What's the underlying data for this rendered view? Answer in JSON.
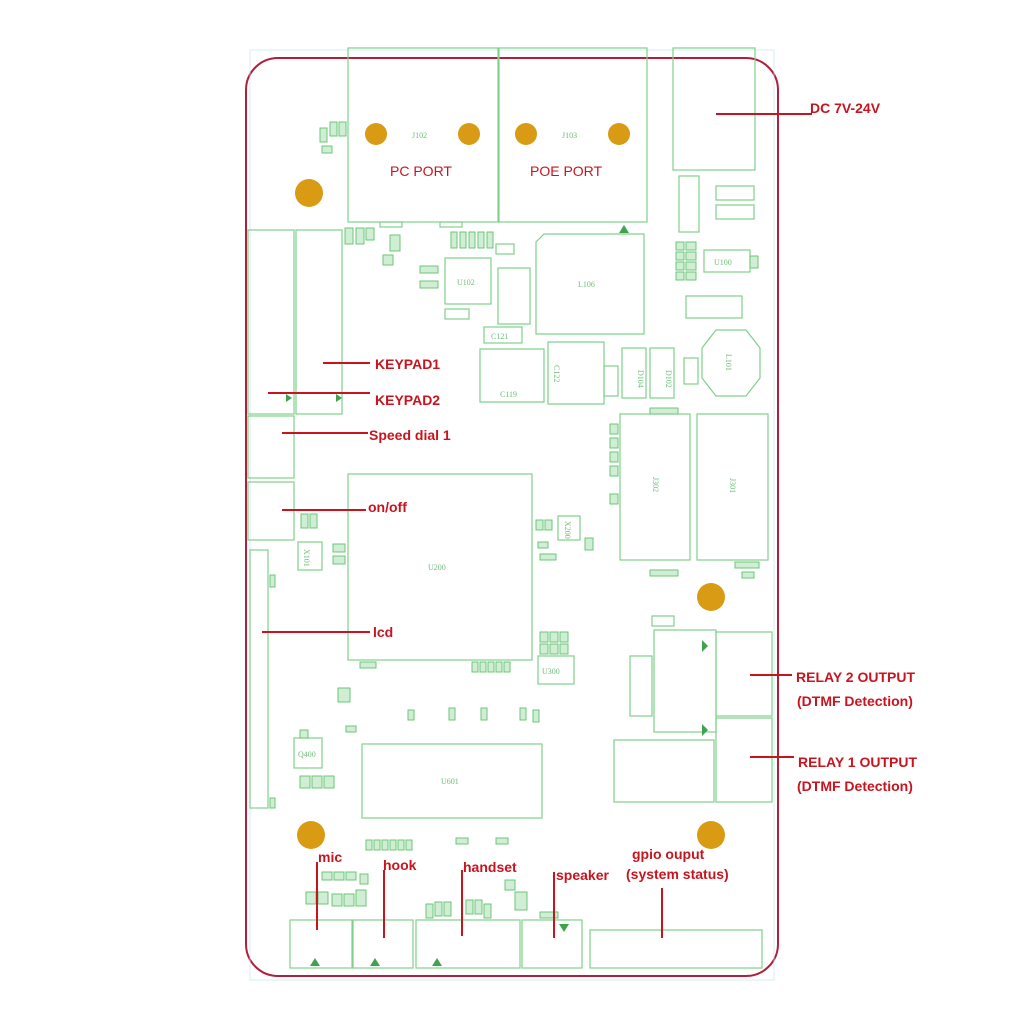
{
  "ports": {
    "pc_port": "PC PORT",
    "poe_port": "POE  PORT"
  },
  "labels": {
    "dc": "DC 7V-24V",
    "keypad1": "KEYPAD1",
    "keypad2": "KEYPAD2",
    "speed_dial": "Speed dial 1",
    "onoff": "on/off",
    "lcd": "lcd",
    "relay2_line1": "RELAY 2 OUTPUT",
    "relay2_line2": "(DTMF Detection)",
    "relay1_line1": "RELAY 1 OUTPUT",
    "relay1_line2": "(DTMF Detection)",
    "mic": "mic",
    "hook": "hook",
    "handset": "handset",
    "speaker": "speaker",
    "gpio_line1": "gpio  ouput",
    "gpio_line2": "(system status)"
  },
  "refs": {
    "j102": "J102",
    "j103": "J103",
    "u200": "U200",
    "l106": "L106",
    "u102": "U102",
    "c121": "C121",
    "c119": "C119",
    "c122": "C122",
    "q400": "Q400",
    "u601": "U601",
    "x101": "X101",
    "x200": "X200",
    "u300": "U300",
    "j302": "J302",
    "j301": "J301",
    "l101": "L101",
    "u100": "U100",
    "d102": "D102",
    "d104": "D104"
  },
  "colors": {
    "board_outline": "#b0203a",
    "silkscreen": "#7fd08a",
    "annotation": "#c8141e",
    "mounting_hole": "#d99a14"
  }
}
